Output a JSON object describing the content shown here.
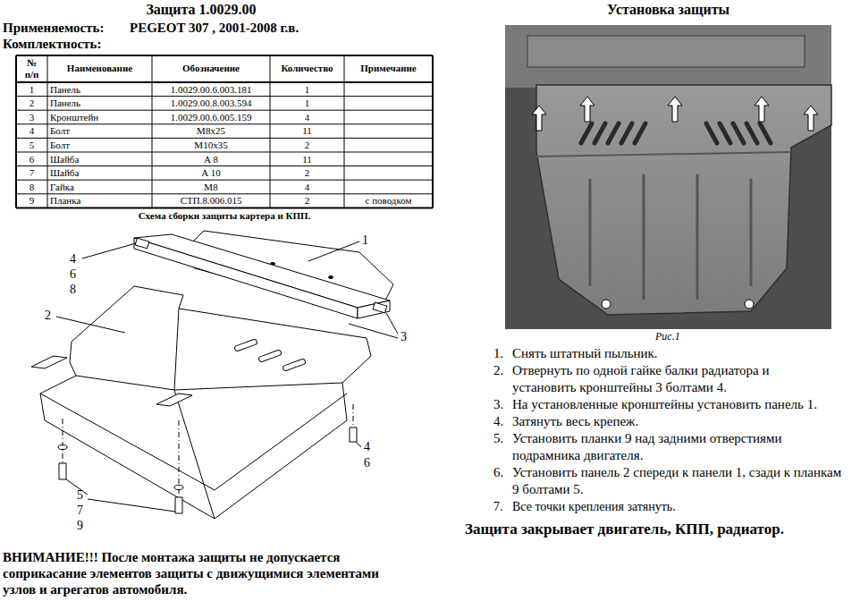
{
  "diagram": {
    "title": "Защита 1.0029.00",
    "labels": [
      "Применяемость:",
      "PEGEOT 307 , 2001-2008 г.в.",
      "Комплектность:",
      "№ п/п",
      "Наименование",
      "Обозначение",
      "Количество",
      "Примечание",
      "1",
      "Панель",
      "1.0029.00.6.003.181",
      "1",
      "2",
      "Панель",
      "1.0029.00.8.003.594",
      "1",
      "3",
      "Кронштейн",
      "1.0029.00.6.005.159",
      "4",
      "4",
      "Болт",
      "M8x25",
      "11",
      "5",
      "Болт",
      "M10x35",
      "2",
      "6",
      "Шайба",
      "А 8",
      "11",
      "7",
      "Шайба",
      "А 10",
      "2",
      "8",
      "Гайка",
      "М8",
      "4",
      "9",
      "Планка",
      "СТП.8.006.015",
      "2",
      "с поводком",
      "Схема сборки защиты картера и КПП.",
      "4",
      "6",
      "8",
      "1",
      "2",
      "3",
      "4",
      "6",
      "5",
      "7",
      "9",
      "ВНИМАНИЕ!!! После монтажа защиты не допускается соприкасание элементов защиты с движущимися элементами узлов и агрегатов автомобиля.",
      "Установка защиты",
      "Рис.1",
      "1.",
      "Снять штатный пыльник.",
      "2.",
      "Отвернуть по одной гайке балки радиатора и установить кронштейны 3 болтами 4.",
      "3.",
      "На установленные кронштейны установить панель 1.",
      "4.",
      "Затянуть весь крепеж.",
      "5.",
      "Установить планки 9 над задними отверстиями подрамника двигателя.",
      "6.",
      "Установить панель 2 спереди к панели 1, сзади к планкам 9 болтами 5.",
      "7.",
      "Все точки крепления затянуть.",
      "Защита закрывает двигатель, КПП, радиатор."
    ]
  }
}
